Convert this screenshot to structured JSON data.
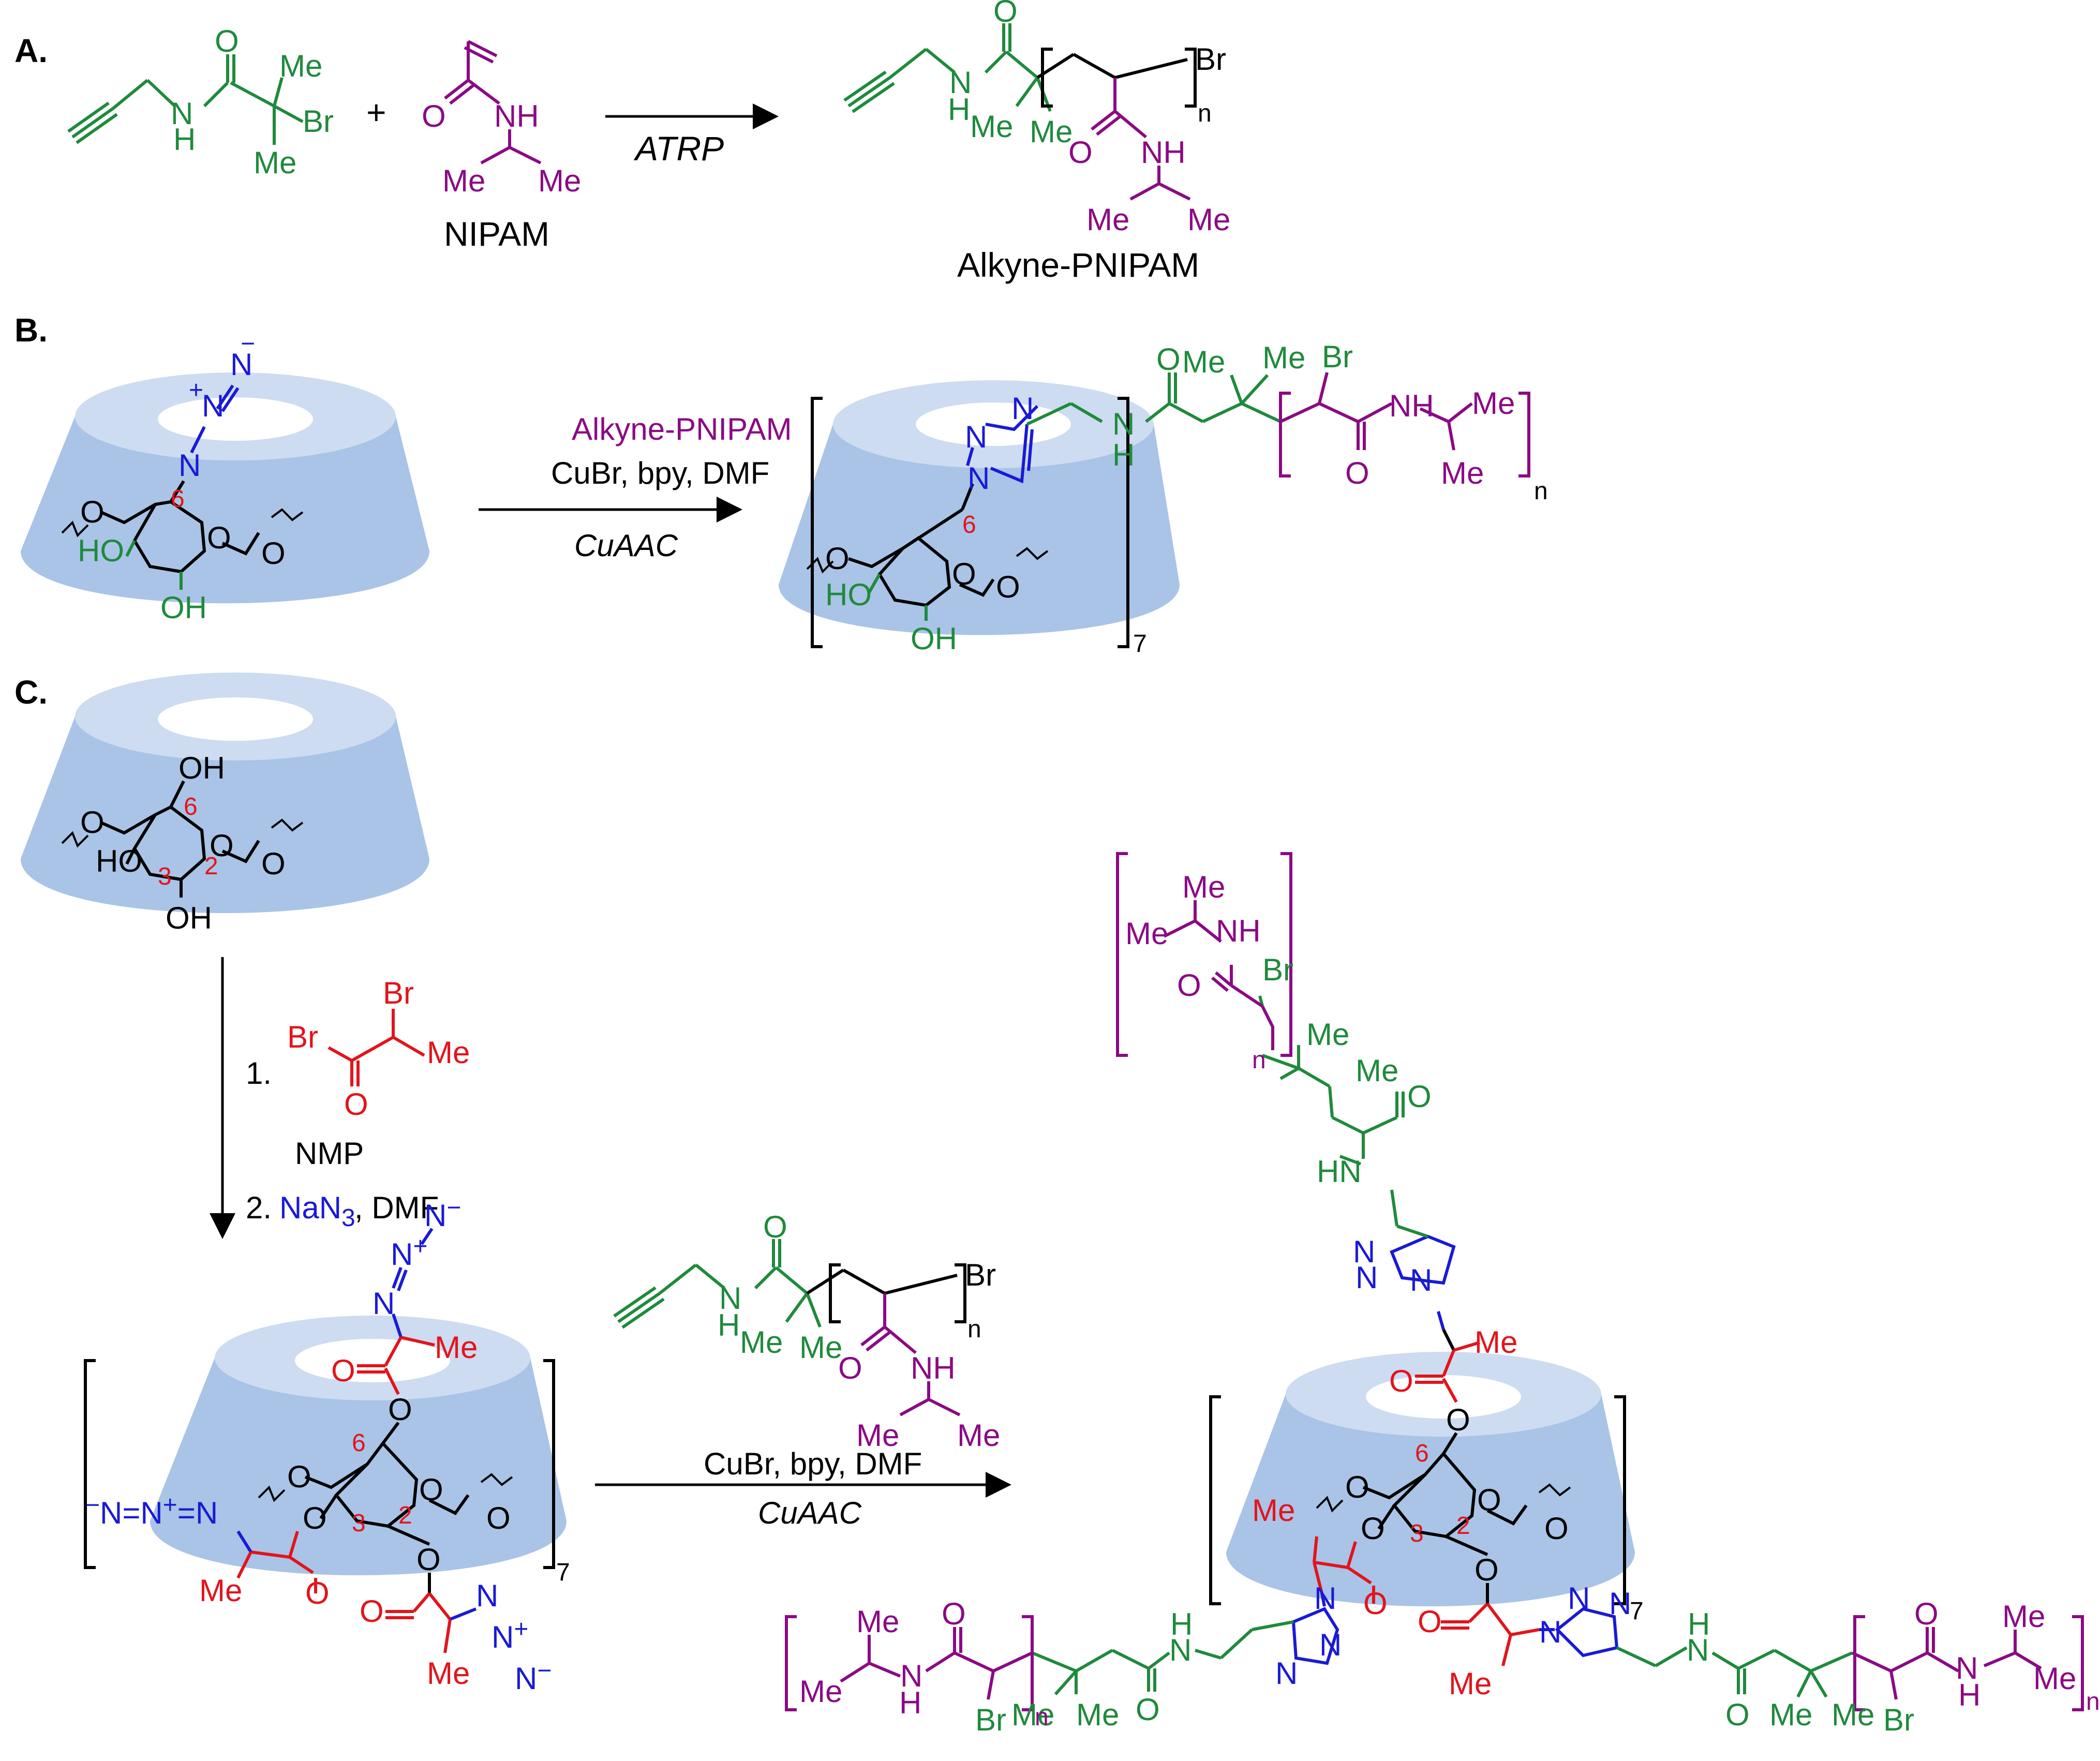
{
  "colors": {
    "green": "#1f8a3c",
    "purple": "#8b0a84",
    "blue": "#1a1ad6",
    "red": "#e2141c",
    "black": "#000000",
    "cone": "#a9c4e6",
    "cone_top": "#cddcf0"
  },
  "panels": {
    "A": "A.",
    "B": "B.",
    "C": "C."
  },
  "a": {
    "Me": "Me",
    "Br": "Br",
    "O": "O",
    "NH": "NH",
    "N": "N",
    "H": "H",
    "plus": "+",
    "nipam": "NIPAM",
    "atrp": "ATRP",
    "product": "Alkyne-PNIPAM",
    "n": "n"
  },
  "b": {
    "reagent1": "Alkyne-PNIPAM",
    "reagent2": "CuBr, bpy, DMF",
    "reaction": "CuAAC",
    "N": "N",
    "plus": "+",
    "minus": "−",
    "HO": "HO",
    "OH": "OH",
    "O": "O",
    "six": "6",
    "Me": "Me",
    "Br": "Br",
    "NH": "NH",
    "H": "H",
    "n": "n",
    "seven": "7"
  },
  "c": {
    "OH": "OH",
    "HO": "HO",
    "O": "O",
    "six": "6",
    "three": "3",
    "two": "2",
    "Br": "Br",
    "Me": "Me",
    "step1": "1.",
    "nmp": "NMP",
    "step2": "2.",
    "nan3": "NaN",
    "three_sub": "3",
    "dmf": ", DMF",
    "N": "N",
    "plus": "+",
    "minus": "−",
    "seven": "7",
    "reagent": "CuBr, bpy, DMF",
    "reaction": "CuAAC",
    "NH": "NH",
    "HN": "HN",
    "H": "H",
    "n": "n"
  }
}
